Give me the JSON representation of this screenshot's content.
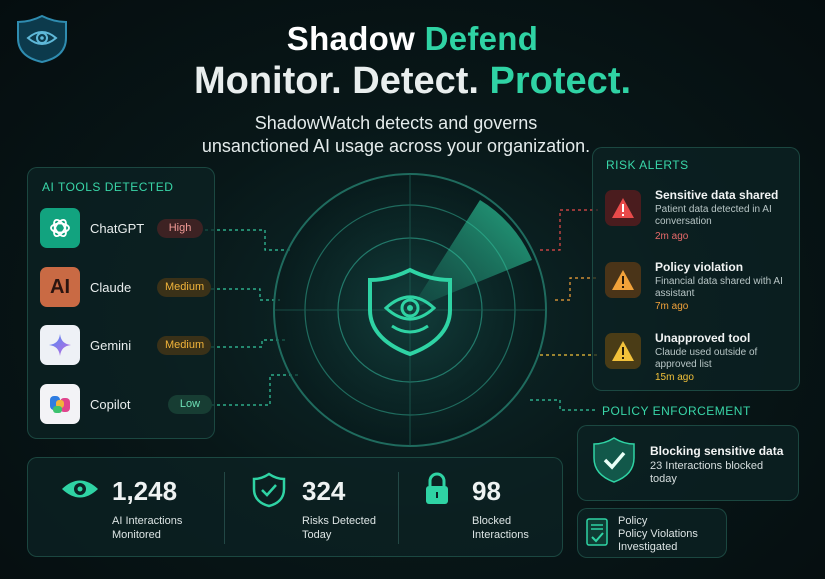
{
  "header": {
    "brand_part1": "Shadow",
    "brand_part2": "Defend",
    "tagline_part1": "Monitor. Detect.",
    "tagline_part2": "Protect.",
    "subtitle_line1": "ShadowWatch detects and governs",
    "subtitle_line2": "unsanctioned AI usage across your organization."
  },
  "tools": {
    "title": "AI TOOLS DETECTED",
    "items": [
      {
        "name": "ChatGPT",
        "risk": "High",
        "icon": "chatgpt-icon"
      },
      {
        "name": "Claude",
        "risk": "Medium",
        "icon": "anthropic-icon",
        "glyph": "AI"
      },
      {
        "name": "Gemini",
        "risk": "Medium",
        "icon": "gemini-icon"
      },
      {
        "name": "Copilot",
        "risk": "Low",
        "icon": "copilot-icon"
      }
    ]
  },
  "alerts": {
    "title": "RISK ALERTS",
    "items": [
      {
        "title": "Sensitive data shared",
        "desc": "Patient data detected in AI conversation",
        "time": "2m ago",
        "color": "#e84a4a"
      },
      {
        "title": "Policy violation",
        "desc": "Financial data shared with AI assistant",
        "time": "7m ago",
        "color": "#f2a23a"
      },
      {
        "title": "Unapproved tool",
        "desc": "Claude used outside of approved list",
        "time": "15m ago",
        "color": "#f2c13a"
      }
    ]
  },
  "enforcement": {
    "title": "POLICY ENFORCEMENT",
    "card_title": "Blocking sensitive data",
    "card_desc": "23 Interactions blocked today"
  },
  "violations": {
    "line1": "Policy",
    "line2": "Policy Violations",
    "line3": "Investigated"
  },
  "stats": [
    {
      "value": "1,248",
      "label_line1": "AI Interactions",
      "label_line2": "Monitored",
      "icon": "eye-icon"
    },
    {
      "value": "324",
      "label_line1": "Risks Detected",
      "label_line2": "Today",
      "icon": "shield-check-icon"
    },
    {
      "value": "98",
      "label_line1": "Blocked",
      "label_line2": "Interactions",
      "icon": "lock-icon"
    }
  ],
  "colors": {
    "accent": "#2fd3a4",
    "high": "#f09a95",
    "medium": "#f2b43a",
    "low": "#6ee0b6"
  }
}
